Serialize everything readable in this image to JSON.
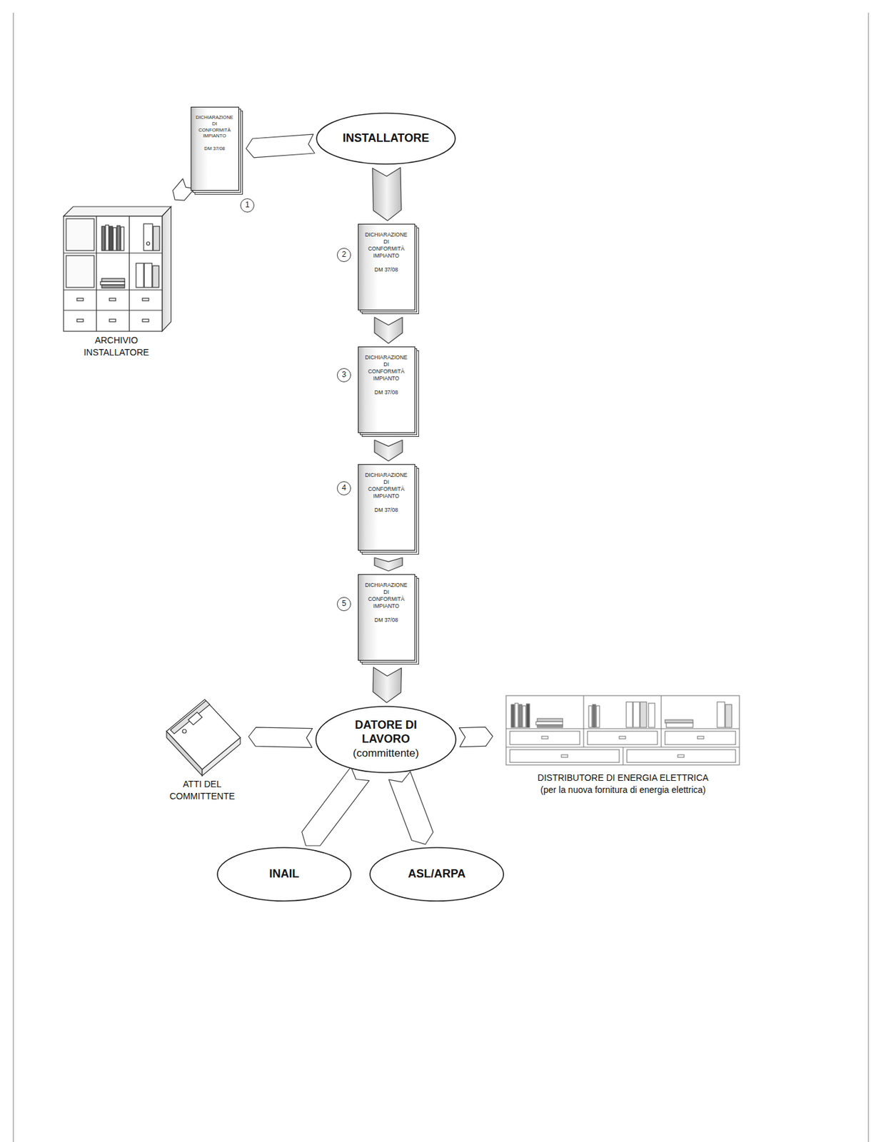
{
  "diagram": {
    "nodes": [
      {
        "text": [
          "INSTALLATORE"
        ]
      },
      {
        "text": [
          "DICHIARAZIONE DI CONFORMITÀ IMPIANTO",
          "DM 37/08"
        ]
      },
      {
        "text": [
          "ARCHIVIO INSTALLATORE"
        ]
      },
      {
        "text": [
          "DICHIARAZIONE DI CONFORMITÀ IMPIANTO",
          "DM 37/08"
        ]
      },
      {
        "text": [
          "DICHIARAZIONE DI CONFORMITÀ IMPIANTO",
          "DM 37/08"
        ]
      },
      {
        "text": [
          "DICHIARAZIONE DI CONFORMITÀ IMPIANTO",
          "DM 37/08"
        ]
      },
      {
        "text": [
          "DICHIARAZIONE DI CONFORMITÀ IMPIANTO",
          "DM 37/08"
        ]
      },
      {
        "text": [
          "DATORE DI LAVORO",
          "(committente)"
        ]
      },
      {
        "text": [
          "ATTI DEL COMMITTENTE"
        ]
      },
      {
        "text": [
          "DISTRIBUTORE DI ENERGIA ELETTRICA",
          "(per la nuova fornitura di energia elettrica)"
        ]
      },
      {
        "text": [
          "INAIL"
        ]
      },
      {
        "text": [
          "ASL/ARPA"
        ]
      }
    ],
    "edges": [
      {
        "from": 0,
        "to": 1,
        "arrow": "to"
      },
      {
        "from": 1,
        "to": 2,
        "arrow": "to"
      },
      {
        "from": 0,
        "to": 3,
        "arrow": "to"
      },
      {
        "from": 3,
        "to": 4,
        "arrow": "to"
      },
      {
        "from": 4,
        "to": 5,
        "arrow": "to"
      },
      {
        "from": 5,
        "to": 6,
        "arrow": "to"
      },
      {
        "from": 6,
        "to": 7,
        "arrow": "to"
      },
      {
        "from": 7,
        "to": 8,
        "arrow": "to"
      },
      {
        "from": 7,
        "to": 9,
        "arrow": "to"
      },
      {
        "from": 7,
        "to": 10,
        "arrow": "to"
      },
      {
        "from": 7,
        "to": 11,
        "arrow": "to"
      }
    ],
    "labels": [
      "1",
      "2",
      "3",
      "4",
      "5"
    ]
  }
}
